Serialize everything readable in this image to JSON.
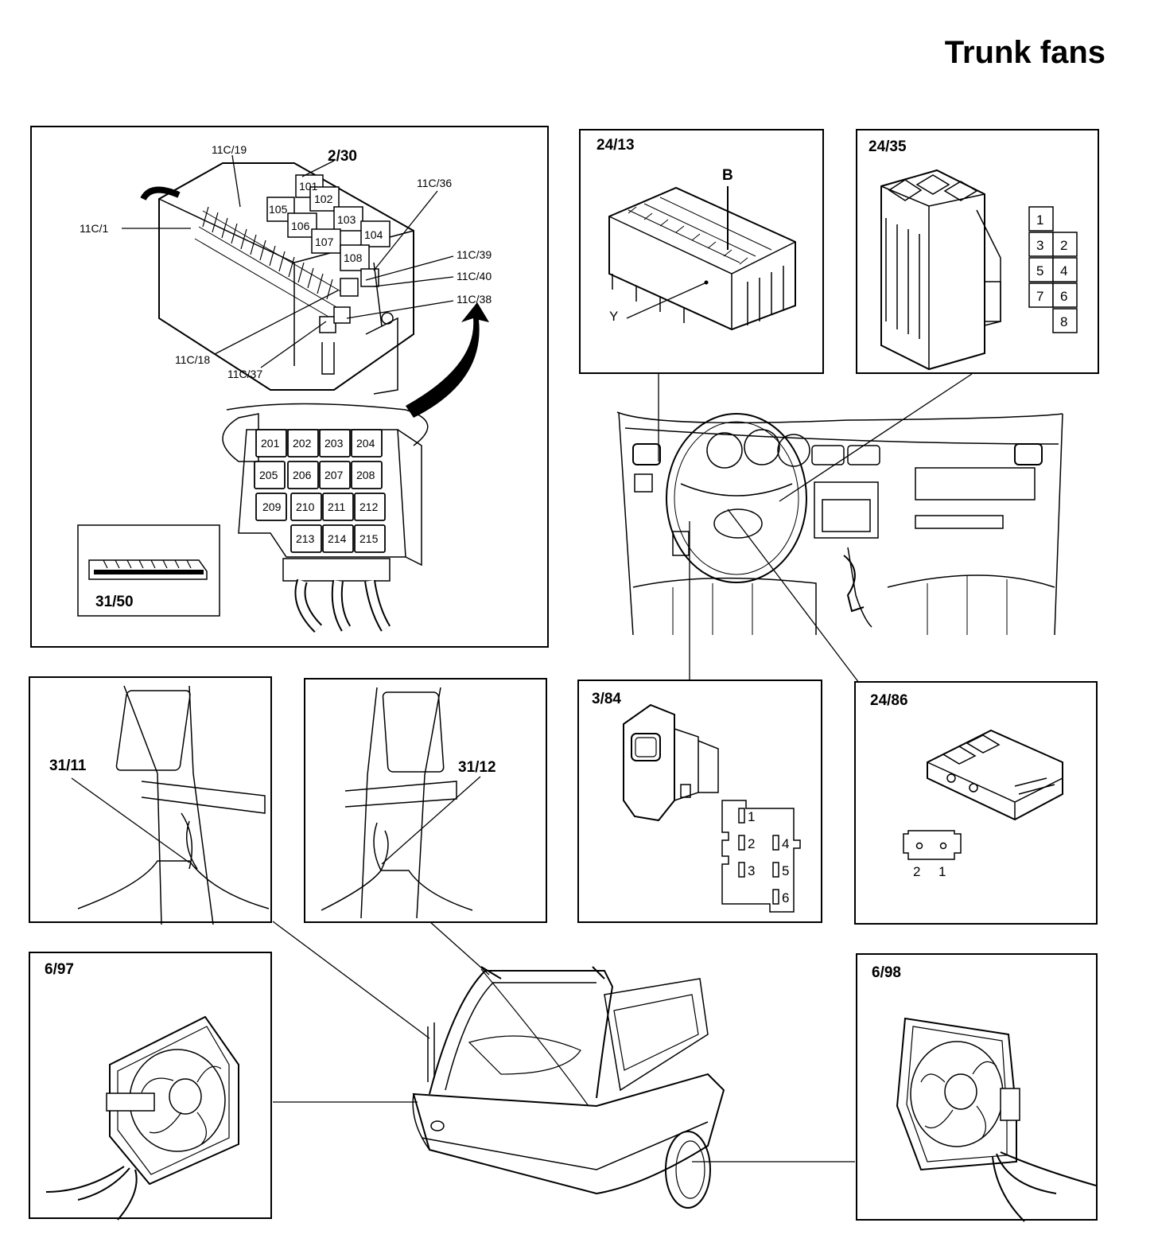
{
  "title": "Trunk fans",
  "panels": {
    "fusebox": {
      "id": "2/30",
      "callouts": [
        "11C/19",
        "11C/1",
        "11C/36",
        "11C/39",
        "11C/40",
        "11C/38",
        "11C/18",
        "11C/37"
      ],
      "relays_top": [
        "101",
        "102",
        "105",
        "106",
        "103",
        "107",
        "104",
        "108"
      ],
      "relays_lower": [
        "201",
        "202",
        "203",
        "204",
        "205",
        "206",
        "207",
        "208",
        "209",
        "210",
        "211",
        "212",
        "213",
        "214",
        "215"
      ],
      "inset_label": "31/50"
    },
    "p2413": {
      "id": "24/13",
      "b_label": "B",
      "y_label": "Y"
    },
    "p2435": {
      "id": "24/35",
      "pins": [
        "1",
        "3",
        "2",
        "5",
        "4",
        "7",
        "6",
        "8"
      ]
    },
    "p384": {
      "id": "3/84",
      "pins": [
        "1",
        "2",
        "4",
        "3",
        "5",
        "6"
      ]
    },
    "p2486": {
      "id": "24/86",
      "pins": [
        "2",
        "1"
      ]
    },
    "p3111": {
      "id": "31/11"
    },
    "p3112": {
      "id": "31/12"
    },
    "p697": {
      "id": "6/97"
    },
    "p698": {
      "id": "6/98"
    }
  }
}
